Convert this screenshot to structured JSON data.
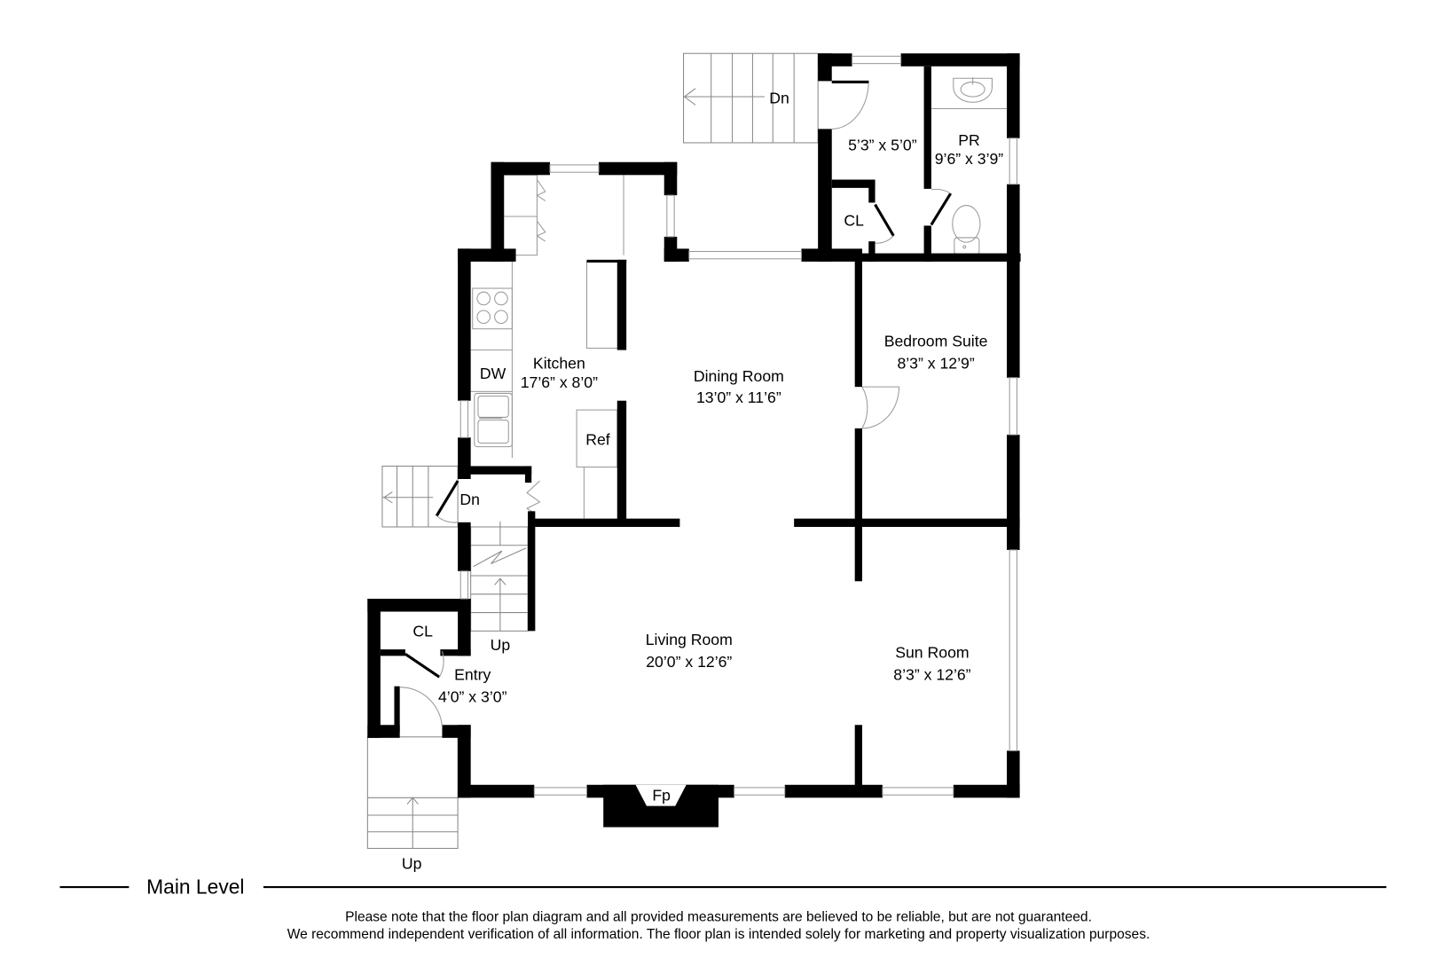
{
  "floor": {
    "level_title": "Main Level",
    "rooms": [
      {
        "name": "Kitchen",
        "size": "17’6” x 8’0”"
      },
      {
        "name": "Dining Room",
        "size": "13’0” x 11’6”"
      },
      {
        "name": "Bedroom Suite",
        "size": "8’3” x 12’9”"
      },
      {
        "name": "PR",
        "size": "9’6” x 3’9”"
      },
      {
        "name": "",
        "size": "5’3” x 5’0”"
      },
      {
        "name": "Living Room",
        "size": "20’0” x 12’6”"
      },
      {
        "name": "Sun Room",
        "size": "8’3” x 12’6”"
      },
      {
        "name": "Entry",
        "size": "4’0” x 3’0”"
      }
    ],
    "fixtures": {
      "dishwasher": "DW",
      "refrigerator": "Ref",
      "fireplace": "Fp",
      "closet_1": "CL",
      "closet_2": "CL"
    },
    "stairs": {
      "rear_down": "Dn",
      "side_down": "Dn",
      "interior_up": "Up",
      "front_up": "Up"
    }
  },
  "disclaimer": {
    "line1": "Please note that the floor plan diagram and all provided measurements are believed to be reliable, but are not guaranteed.",
    "line2": "We recommend independent verification of all information. The floor plan is intended solely for marketing and property visualization purposes."
  },
  "colors": {
    "wall": "#000000",
    "fixture": "#999999",
    "background": "#ffffff"
  }
}
